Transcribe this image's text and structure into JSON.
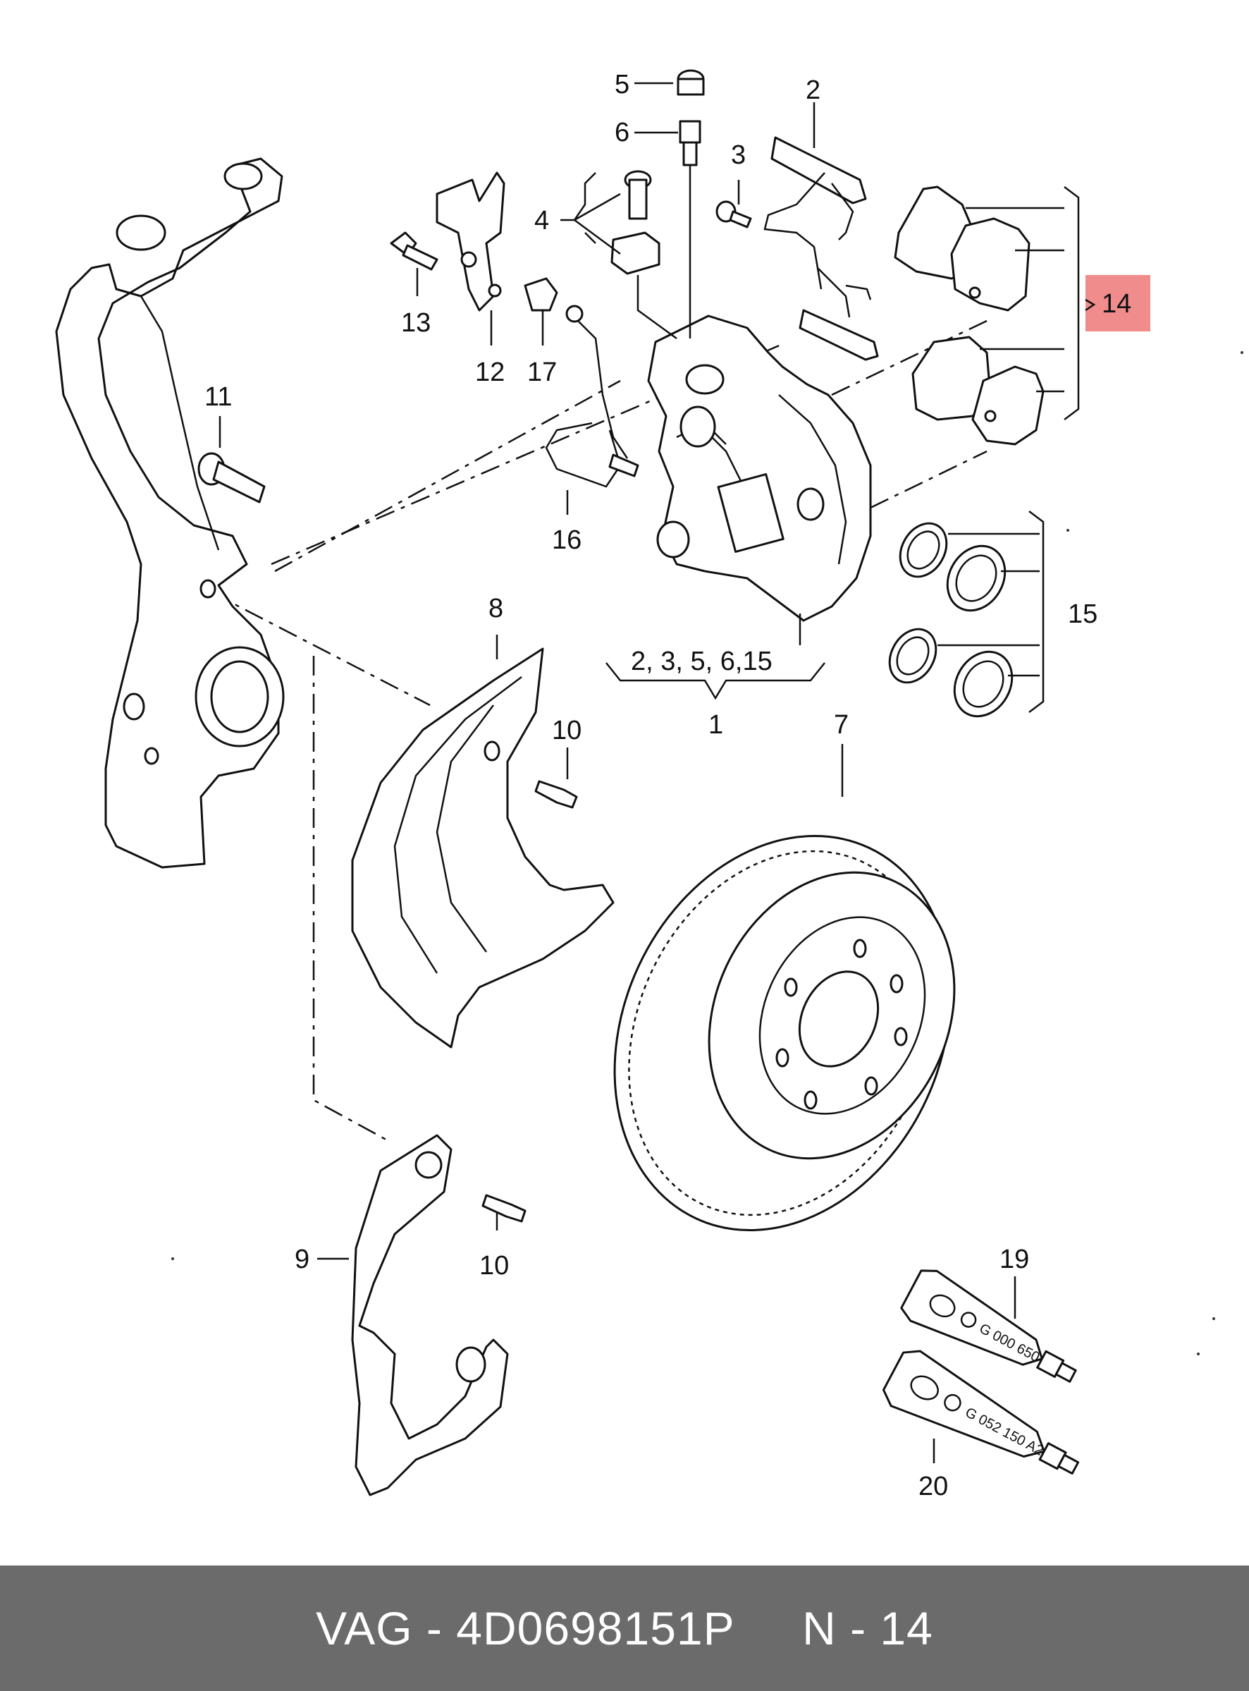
{
  "callouts": {
    "c1": "1",
    "c2": "2",
    "c3": "3",
    "c4": "4",
    "c5": "5",
    "c6": "6",
    "c7": "7",
    "c8": "8",
    "c9": "9",
    "c10a": "10",
    "c10b": "10",
    "c11": "11",
    "c12": "12",
    "c13": "13",
    "c14": "14",
    "c15": "15",
    "c16": "16",
    "c17": "17",
    "c19": "19",
    "c20": "20",
    "c_group": "2, 3, 5, 6,15"
  },
  "tube_labels": {
    "tube19": "G 000 650",
    "tube20": "G 052 150 A2"
  },
  "highlight": {
    "part_number": "14",
    "color": "#f08c8c"
  },
  "footer": {
    "text": "VAG - 4D0698151P     N - 14",
    "background": "#6b6b6b",
    "color": "#ffffff"
  }
}
